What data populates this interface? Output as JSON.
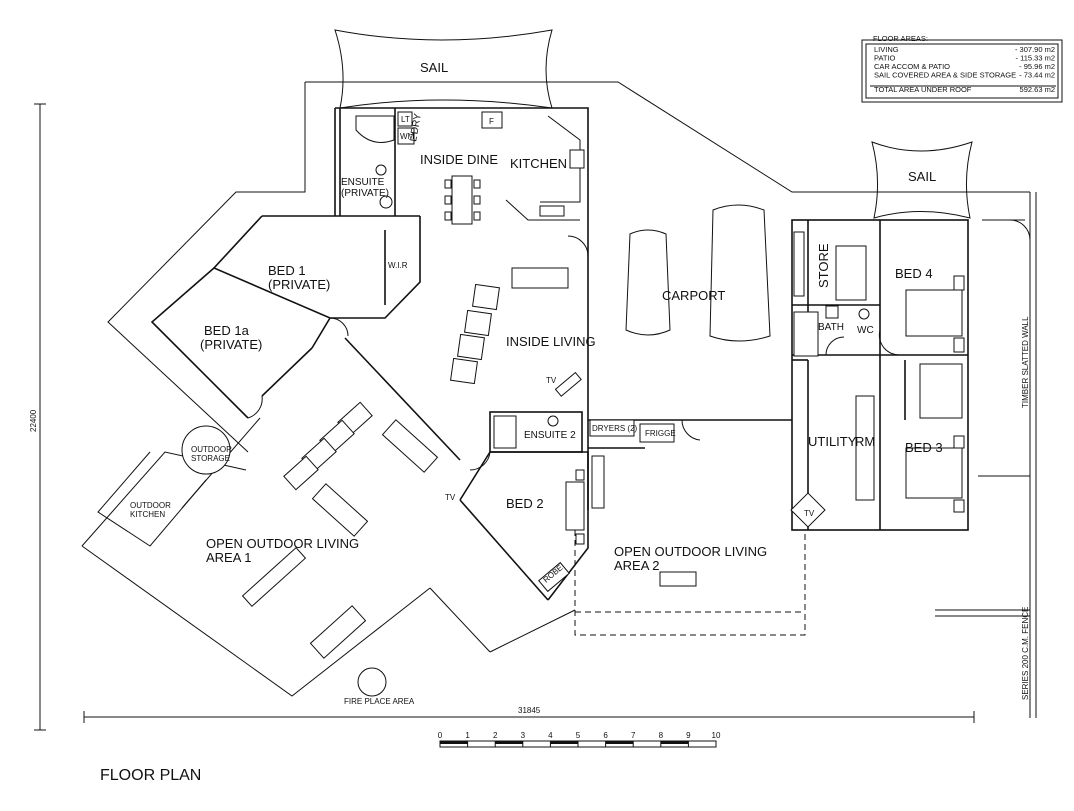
{
  "title": "FLOOR PLAN",
  "rooms": {
    "sail_top": "SAIL",
    "sail_right": "SAIL",
    "inside_dine": "INSIDE DINE",
    "kitchen": "KITCHEN",
    "laundry": "L'DRY",
    "lt": "LT",
    "wm": "WM",
    "fridge_f": "F",
    "ensuite_private_1": "ENSUITE",
    "ensuite_private_2": "(PRIVATE)",
    "wir": "W.I.R",
    "bed1_line1": "BED 1",
    "bed1_line2": "(PRIVATE)",
    "bed1a_line1": "BED 1a",
    "bed1a_line2": "(PRIVATE)",
    "inside_living": "INSIDE LIVING",
    "tv": "TV",
    "carport": "CARPORT",
    "store": "STORE",
    "bed4": "BED 4",
    "bath": "BATH",
    "wc": "WC",
    "utility": "UTILITY",
    "rm": "RM",
    "bed3": "BED 3",
    "ensuite2": "ENSUITE 2",
    "dryers": "DRYERS (2)",
    "frigge": "FRIGGE",
    "bed2": "BED 2",
    "robe": "ROBE",
    "outdoor_storage_1": "OUTDOOR",
    "outdoor_storage_2": "STORAGE",
    "outdoor_kitchen_1": "OUTDOOR",
    "outdoor_kitchen_2": "KITCHEN",
    "open_outdoor_1_line1": "OPEN OUTDOOR LIVING",
    "open_outdoor_1_line2": "AREA 1",
    "open_outdoor_2_line1": "OPEN OUTDOOR LIVING",
    "open_outdoor_2_line2": "AREA 2",
    "fire_place": "FIRE PLACE AREA",
    "timber_wall": "TIMBER SLATTED WALL",
    "fence": "SERIES 200 C.M. FENCE"
  },
  "dimensions": {
    "height": "22400",
    "width": "31845"
  },
  "scale_bar": [
    "0",
    "1",
    "2",
    "3",
    "4",
    "5",
    "6",
    "7",
    "8",
    "9",
    "10"
  ],
  "floor_areas": {
    "heading": "FLOOR AREAS:",
    "rows": [
      {
        "label": "LIVING",
        "value": "- 307.90 m2"
      },
      {
        "label": "PATIO",
        "value": "- 115.33 m2"
      },
      {
        "label": "CAR ACCOM & PATIO",
        "value": "- 95.96 m2"
      },
      {
        "label": "SAIL COVERED AREA & SIDE STORAGE",
        "value": "- 73.44 m2"
      }
    ],
    "total_label": "TOTAL AREA UNDER ROOF",
    "total_value": "592.63 m2"
  }
}
